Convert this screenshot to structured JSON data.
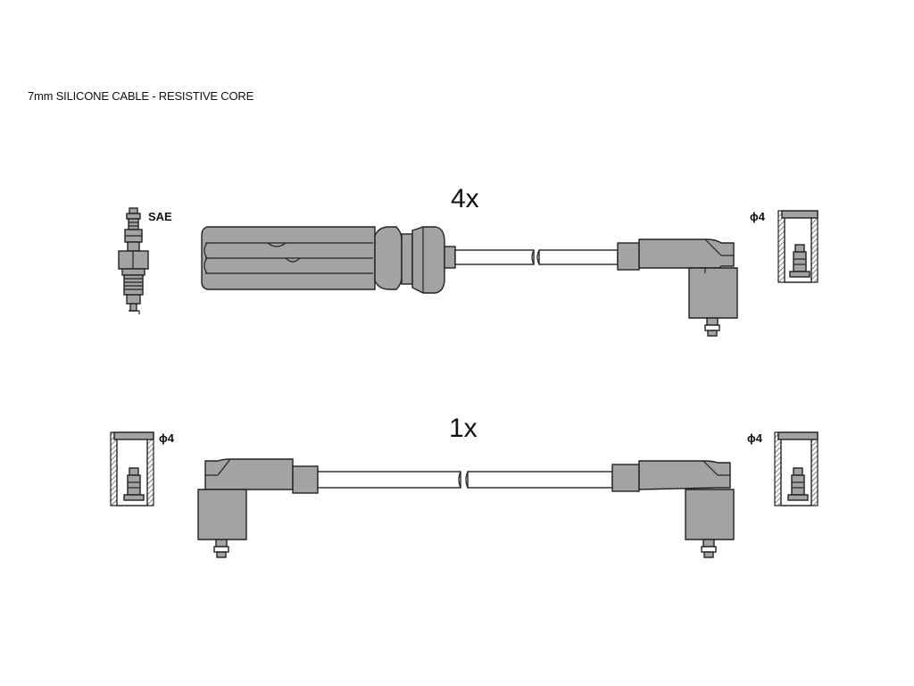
{
  "title": "7mm SILICONE CABLE - RESISTIVE CORE",
  "top_lead": {
    "quantity": "4x",
    "left_label": "SAE",
    "right_label": "ϕ4"
  },
  "bottom_lead": {
    "quantity": "1x",
    "left_label": "ϕ4",
    "right_label": "ϕ4"
  },
  "colors": {
    "boot_fill": "#a3a3a3",
    "outline": "#222222",
    "background": "#ffffff"
  }
}
